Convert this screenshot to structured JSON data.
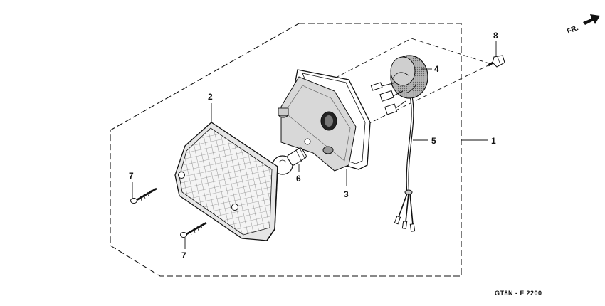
{
  "diagram": {
    "direction_label": "FR.",
    "drawing_code": "GT8N - F 2200",
    "callouts": {
      "assembly": "1",
      "lens": "2",
      "housing": "3",
      "socket": "4",
      "harness": "5",
      "bulb": "6",
      "screw_upper": "7",
      "screw_lower": "7",
      "bolt": "8"
    }
  },
  "colors": {
    "ink": "#111111",
    "background": "#ffffff",
    "lens_fill": "#e8e8e8",
    "socket_fill": "#9a9a9a"
  }
}
